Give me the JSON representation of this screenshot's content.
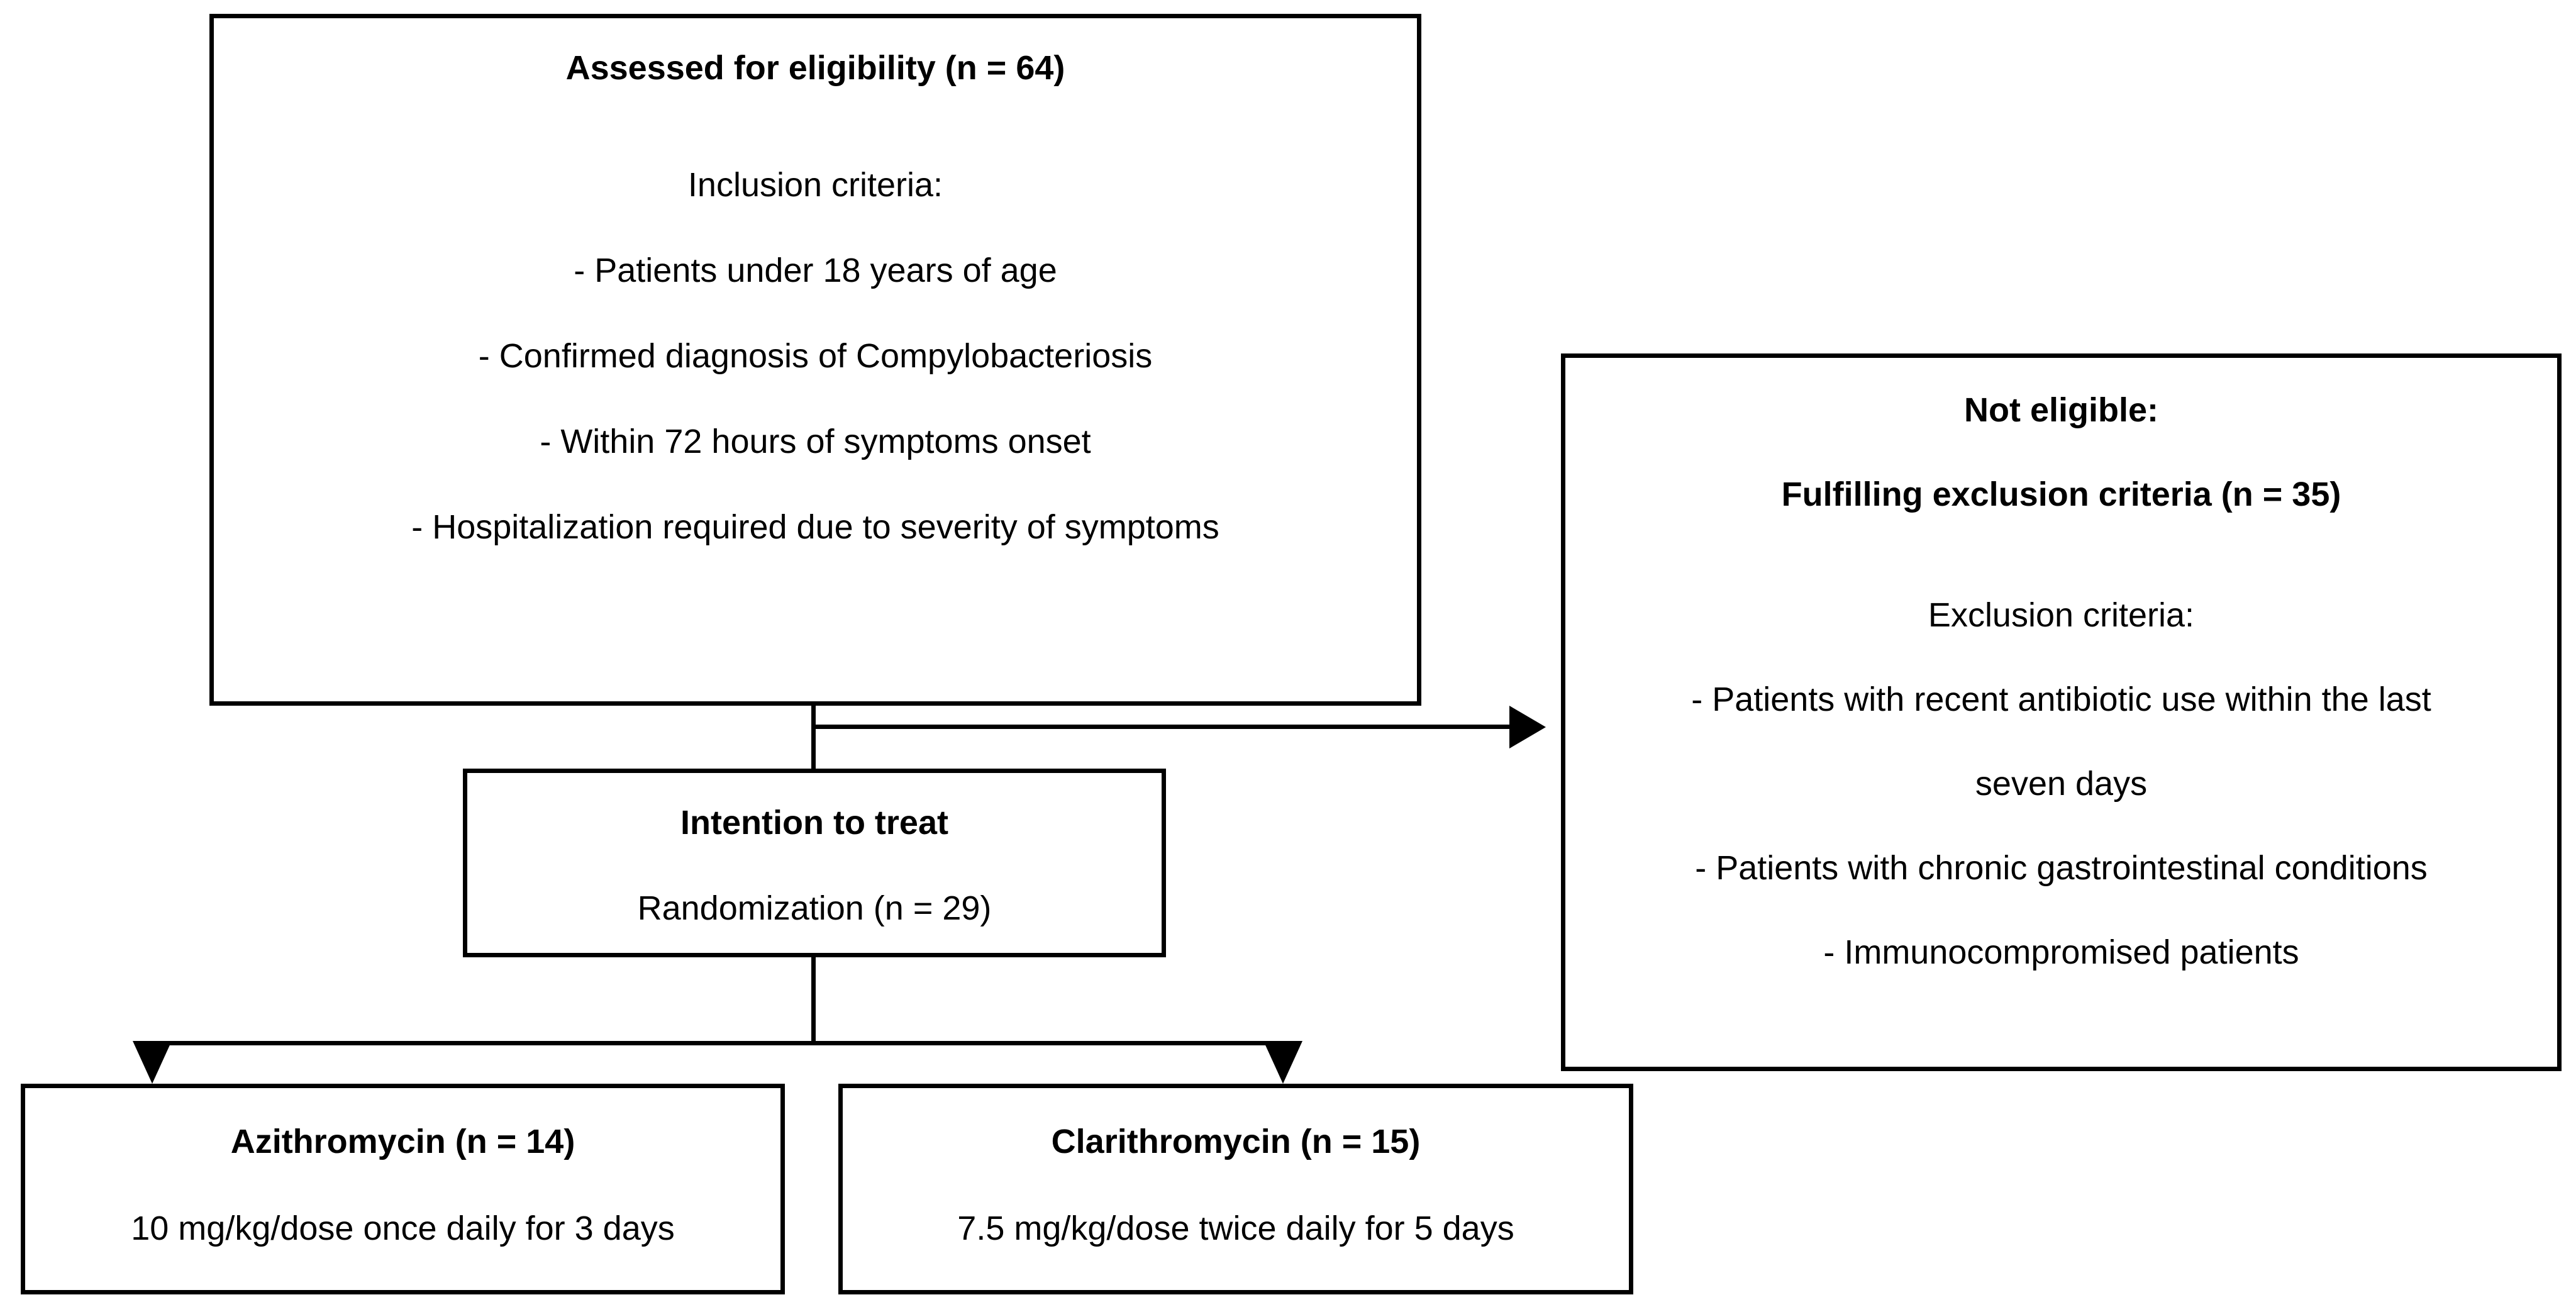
{
  "figure": {
    "type": "consort-flow-diagram",
    "colors": {
      "stroke": "#000000",
      "background": "#ffffff",
      "text": "#000000"
    }
  },
  "eligibility_box": {
    "title": "Assessed for eligibility (n = 64)",
    "criteria_heading": "Inclusion criteria:",
    "criteria": [
      "- Patients under 18 years of age",
      "- Confirmed diagnosis of Compylobacteriosis",
      "- Within 72 hours of symptoms onset",
      "- Hospitalization required due to severity of symptoms"
    ]
  },
  "not_eligible_box": {
    "title": "Not eligible:",
    "subtitle": "Fulfilling exclusion criteria (n = 35)",
    "criteria_heading": "Exclusion criteria:",
    "criteria": [
      "- Patients with recent antibiotic use within the last",
      "seven days",
      "- Patients with chronic gastrointestinal conditions",
      "- Immunocompromised patients"
    ]
  },
  "intention_to_treat_box": {
    "title": "Intention to treat",
    "detail": "Randomization (n = 29)"
  },
  "arm_azithromycin": {
    "title": "Azithromycin (n = 14)",
    "dosing": "10 mg/kg/dose once daily for 3 days"
  },
  "arm_clarithromycin": {
    "title": "Clarithromycin (n = 15)",
    "dosing": "7.5 mg/kg/dose twice daily for 5 days"
  },
  "connectors": {
    "to_not_eligible": "arrow-right",
    "to_azithromycin": "arrow-down",
    "to_clarithromycin": "arrow-down"
  }
}
